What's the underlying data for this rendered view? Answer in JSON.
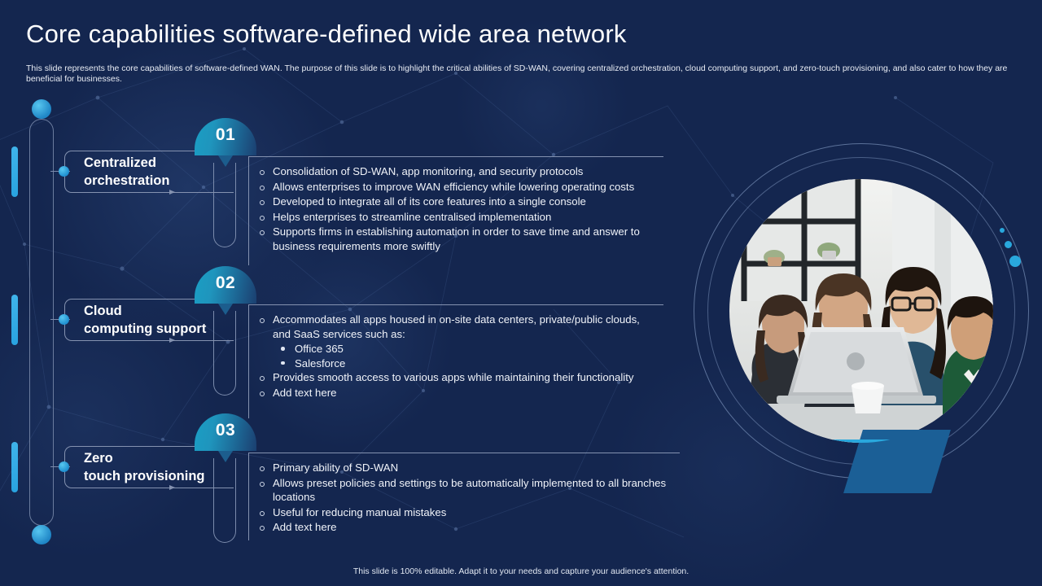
{
  "header": {
    "title": "Core capabilities  software-defined wide area network",
    "subtitle": "This slide represents the core capabilities of software-defined WAN. The purpose of this slide is to highlight the critical abilities of SD-WAN,  covering centralized orchestration, cloud computing support, and zero-touch provisioning, and also cater to how they  are beneficial for businesses."
  },
  "colors": {
    "background": "#14264f",
    "accent_cyan": "#29a8dd",
    "badge_teal": "#1a9ec4",
    "badge_deep": "#1b3f70",
    "rail_outline": "#6b7c9e",
    "text_primary": "#ffffff"
  },
  "sections": [
    {
      "number": "01",
      "label_line1": "Centralized",
      "label_line2": "orchestration",
      "bullets": [
        {
          "text": "Consolidation of SD-WAN, app monitoring, and security protocols",
          "sub": []
        },
        {
          "text": "Allows enterprises to improve WAN efficiency while lowering operating costs",
          "sub": []
        },
        {
          "text": "Developed to integrate all of its core features into a single console",
          "sub": []
        },
        {
          "text": "Helps enterprises to streamline centralised implementation",
          "sub": []
        },
        {
          "text": "Supports firms in establishing automation in order to save time and answer to business requirements more swiftly",
          "sub": []
        }
      ]
    },
    {
      "number": "02",
      "label_line1": "Cloud",
      "label_line2": "computing support",
      "bullets": [
        {
          "text": "Accommodates all apps housed in on-site data centers, private/public clouds, and SaaS services such as:",
          "sub": [
            "Office 365",
            "Salesforce"
          ]
        },
        {
          "text": "Provides smooth access to various apps while maintaining their functionality",
          "sub": []
        },
        {
          "text": "Add text here",
          "sub": []
        }
      ]
    },
    {
      "number": "03",
      "label_line1": "Zero",
      "label_line2": "touch provisioning",
      "bullets": [
        {
          "text": "Primary ability of SD-WAN",
          "sub": []
        },
        {
          "text": "Allows preset policies and settings to be automatically implemented to all branches locations",
          "sub": []
        },
        {
          "text": "Useful for reducing manual mistakes",
          "sub": []
        },
        {
          "text": "Add text here",
          "sub": []
        }
      ]
    }
  ],
  "photo": {
    "alt": "Four colleagues smiling at a laptop in an office"
  },
  "footer": {
    "note": "This slide is 100% editable. Adapt it to your needs and capture your audience's attention."
  }
}
